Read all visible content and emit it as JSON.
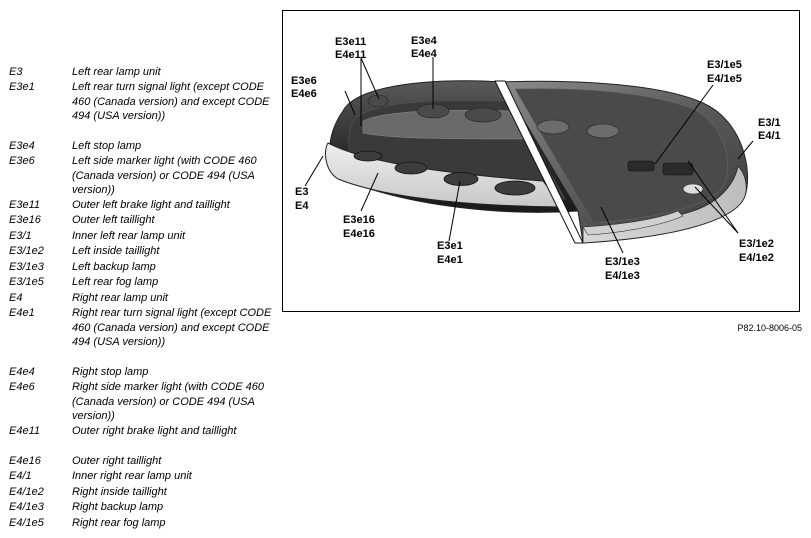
{
  "legend": [
    {
      "code": "E3",
      "desc": "Left rear lamp unit"
    },
    {
      "code": "E3e1",
      "desc": "Left rear turn signal light (except CODE 460 (Canada version) and except CODE 494 (USA version))"
    },
    {
      "code": "E3e4",
      "desc": "Left stop lamp"
    },
    {
      "code": "E3e6",
      "desc": "Left side marker light (with CODE 460 (Canada version) or CODE 494 (USA version))"
    },
    {
      "code": "E3e11",
      "desc": "Outer left brake light and taillight"
    },
    {
      "code": "E3e16",
      "desc": "Outer left taillight"
    },
    {
      "code": "E3/1",
      "desc": "Inner left rear lamp unit"
    },
    {
      "code": "E3/1e2",
      "desc": "Left inside taillight"
    },
    {
      "code": "E3/1e3",
      "desc": "Left backup lamp"
    },
    {
      "code": "E3/1e5",
      "desc": "Left rear fog lamp"
    },
    {
      "code": "E4",
      "desc": "Right rear lamp unit"
    },
    {
      "code": "E4e1",
      "desc": "Right rear turn signal light (except CODE 460 (Canada version) and except CODE 494 (USA version))"
    },
    {
      "code": "E4e4",
      "desc": "Right stop lamp"
    },
    {
      "code": "E4e6",
      "desc": "Right side marker light (with CODE 460 (Canada version) or CODE 494 (USA version))"
    },
    {
      "code": "E4e11",
      "desc": "Outer right brake light and taillight"
    },
    {
      "code": "E4e16",
      "desc": "Outer right taillight"
    },
    {
      "code": "E4/1",
      "desc": "Inner right rear lamp unit"
    },
    {
      "code": "E4/1e2",
      "desc": "Right inside taillight"
    },
    {
      "code": "E4/1e3",
      "desc": "Right backup lamp"
    },
    {
      "code": "E4/1e5",
      "desc": "Right rear fog lamp"
    }
  ],
  "figure": {
    "callouts": [
      {
        "id": "e3e11",
        "line1": "E3e11",
        "line2": "E4e11"
      },
      {
        "id": "e3e4",
        "line1": "E3e4",
        "line2": "E4e4"
      },
      {
        "id": "e3e6",
        "line1": "E3e6",
        "line2": "E4e6"
      },
      {
        "id": "e3",
        "line1": "E3",
        "line2": "E4"
      },
      {
        "id": "e3e16",
        "line1": "E3e16",
        "line2": "E4e16"
      },
      {
        "id": "e3e1",
        "line1": "E3e1",
        "line2": "E4e1"
      },
      {
        "id": "e31e5",
        "line1": "E3/1e5",
        "line2": "E4/1e5"
      },
      {
        "id": "e31",
        "line1": "E3/1",
        "line2": "E4/1"
      },
      {
        "id": "e31e3",
        "line1": "E3/1e3",
        "line2": "E4/1e3"
      },
      {
        "id": "e31e2",
        "line1": "E3/1e2",
        "line2": "E4/1e2"
      }
    ],
    "reference": "P82.10-8006-05"
  }
}
